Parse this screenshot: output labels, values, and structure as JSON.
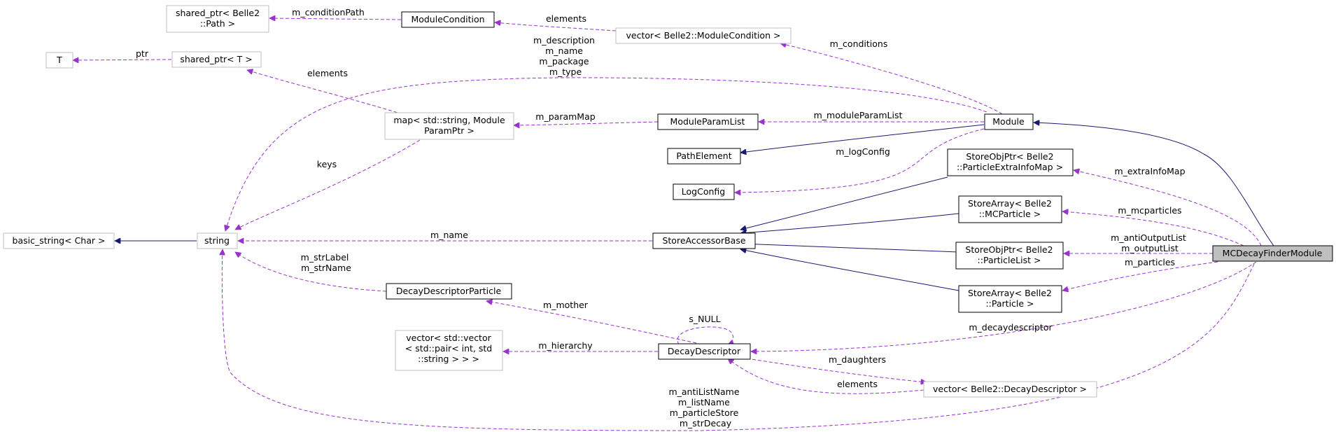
{
  "nodes": {
    "shared_ptr_path": [
      "shared_ptr< Belle2",
      "::Path >"
    ],
    "module_condition": [
      "ModuleCondition"
    ],
    "vector_module_condition": [
      "vector< Belle2::ModuleCondition >"
    ],
    "T": [
      "T"
    ],
    "shared_ptr_T": [
      "shared_ptr< T >"
    ],
    "map_param": [
      "map< std::string, Module",
      "ParamPtr >"
    ],
    "module_param_list": [
      "ModuleParamList"
    ],
    "module": [
      "Module"
    ],
    "path_element": [
      "PathElement"
    ],
    "log_config": [
      "LogConfig"
    ],
    "store_obj_ptr_extra": [
      "StoreObjPtr< Belle2",
      "::ParticleExtraInfoMap >"
    ],
    "store_array_mc": [
      "StoreArray< Belle2",
      "::MCParticle >"
    ],
    "store_obj_ptr_plist": [
      "StoreObjPtr< Belle2",
      "::ParticleList >"
    ],
    "store_array_particle": [
      "StoreArray< Belle2",
      "::Particle >"
    ],
    "basic_string": [
      "basic_string< Char >"
    ],
    "string": [
      "string"
    ],
    "store_accessor_base": [
      "StoreAccessorBase"
    ],
    "decay_descriptor_particle": [
      "DecayDescriptorParticle"
    ],
    "vector_vector_pair": [
      "vector< std::vector",
      "< std::pair< int, std",
      "::string > > >"
    ],
    "decay_descriptor": [
      "DecayDescriptor"
    ],
    "vector_decay_descriptor": [
      "vector< Belle2::DecayDescriptor >"
    ],
    "mc_decay_finder_module": [
      "MCDecayFinderModule"
    ]
  },
  "edge_labels": {
    "m_conditionPath": [
      "m_conditionPath"
    ],
    "elements_conditions": [
      "elements"
    ],
    "m_conditions": [
      "m_conditions"
    ],
    "ptr": [
      "ptr"
    ],
    "elements_map": [
      "elements"
    ],
    "module_to_string": [
      "m_description",
      "m_name",
      "m_package",
      "m_type"
    ],
    "m_paramMap": [
      "m_paramMap"
    ],
    "m_moduleParamList": [
      "m_moduleParamList"
    ],
    "m_logConfig": [
      "m_logConfig"
    ],
    "keys": [
      "keys"
    ],
    "m_extraInfoMap": [
      "m_extraInfoMap"
    ],
    "m_mcparticles": [
      "m_mcparticles"
    ],
    "output_lists": [
      "m_antiOutputList",
      "m_outputList"
    ],
    "m_particles": [
      "m_particles"
    ],
    "m_name_accessor": [
      "m_name"
    ],
    "str_label_name": [
      "m_strLabel",
      "m_strName"
    ],
    "m_mother": [
      "m_mother"
    ],
    "s_NULL": [
      "s_NULL"
    ],
    "m_decaydescriptor": [
      "m_decaydescriptor"
    ],
    "m_hierarchy": [
      "m_hierarchy"
    ],
    "m_daughters": [
      "m_daughters"
    ],
    "elements_daughters": [
      "elements"
    ],
    "finder_to_string": [
      "m_antiListName",
      "m_listName",
      "m_particleStore",
      "m_strDecay"
    ]
  }
}
